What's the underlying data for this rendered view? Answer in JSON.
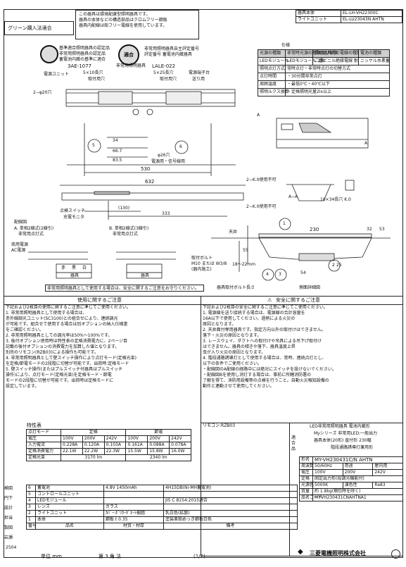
{
  "green": "グリーン購入法適合",
  "notice": [
    "この器具は環境配慮型照明器具です。",
    "器具の本体などの構造部品はクロムフリー鋼板",
    "器具内配線は鉛フリー電線を使用しています。"
  ],
  "model_box": [
    {
      "k": "器具本体",
      "v": "EL-LH-VH22300C"
    },
    {
      "k": "ライトユニット",
      "v": "EL-LU23043N AHTN"
    }
  ],
  "certs": {
    "line1": "基準適合照明器具の認定品",
    "line2": "非常用照明器具の認定品",
    "line3": "蓄電池内蔵の基準に適合",
    "no1": "3AE-1077",
    "badge": "適合",
    "sub1": "非常用照明器具",
    "line4": "非常用照明器具自主評定番号",
    "line5": "評定番号 蓄電池内蔵器具",
    "no2": "LALE-022"
  },
  "labels": {
    "power_unit": "電源ユニット",
    "hole5x10": "5×10長穴",
    "mount_hole": "取付用穴",
    "hole5x25": "5×25長穴",
    "power_term": "電源端子台",
    "feed": "送り用",
    "hole20": "2−φ20穴",
    "mount_hole2": "取付用穴",
    "d34": "34",
    "d66": "66.7",
    "d83": "83.5",
    "d530": "530",
    "d26": "φ26穴",
    "power_signal": "電源用・信号線用",
    "c5": "5",
    "c6": "6",
    "d632": "632",
    "check_switch": "点検スイッチ",
    "charge_mon": "充電モニタ",
    "d130": "(130)",
    "d333": "333",
    "k0_1": "2−K.0使用不可",
    "k0_2": "2−K.0使用不可",
    "aa": "A−A",
    "long10": "10×34長穴 K.0",
    "a": "A",
    "a2": "A",
    "tenjo": "天井",
    "d230": "230",
    "d32": "32",
    "d53": "53",
    "d55": "55",
    "d18": "18〜22mm",
    "d54": "54",
    "d25": "25",
    "bolt": "取付ボルト",
    "bolt2": "M10 または W3/8",
    "bolt3": "(器内施工)",
    "c1": "1",
    "c2": "2",
    "c3": "3",
    "c4": "4",
    "mount_len": "器具取付ボルト長さ",
    "side": "側面詳細図"
  },
  "wiring": {
    "title": "配線図",
    "a": "A. 単相2線式(2線引)",
    "a2": "非常用点灯式",
    "b": "B. 単相2線式(3線引)",
    "b2": "非常用点灯式",
    "src": "商用電源",
    "ac": "AC電源",
    "c1": "赤",
    "c2": "黒",
    "c3": "白",
    "fixture": "器具",
    "warn": "非常用照明器具として使用する場合は、安全に関するご注意をお守りください。"
  },
  "spectable": {
    "header": [
      "仕様",
      "光源の種類",
      "非常時光源の種類及び個数",
      "照明器具内の電線の種類",
      "電池の種類"
    ],
    "row1": [
      "LEDモジュール",
      "LEDモジュール 1個",
      "二重ビニル絶縁電線 耐熱ポリエチレン絶縁電線",
      "ニッケル水素蓄電池"
    ],
    "label_r2": "照明点灯方式",
    "r2": "常時点灯・非常時点灯の切替方式",
    "label_r3": "点灯時間",
    "r3": "・30分間非常点灯",
    "label_r4": "周囲温度",
    "r4": "・最低0℃・40℃以下",
    "label_r5": "照明ルクス換算",
    "r5": "・定格照明光量2lx以上"
  },
  "usage_title": "使用に関するご注意",
  "safety_title": "安全に関するご注意",
  "usage": [
    "下記および2枚目の使用に関するご注意に準じてご使用ください。",
    "1. 非常用照明器具として使用する場合は、",
    "   赤外線調光ユニット(SC3100)との組合せにより、連続調光",
    "   が可能です。組合せて使用する場合は別オプションの納入仕様書",
    "   をご確認ください。",
    "2. 非常用照明器具としての調光率は50%〜100%です。",
    "3. 後付オプション使用時は特性表の定格消費電力に、2ページ目",
    "   記載の後付オプションの消費電力を加算した値となります。",
    "   別売のリモコン(RZB03)による操作も可能です。",
    "4. 非常用照明器具として壁スイッチ操作により点灯モード(定格光束)",
    "   を定格/節電モードの2段階に切替が可能です。出荷時:定格モード",
    "5. 壁スイッチ操作(またはプルスイッチ付器具はプルスイッチ",
    "   操作)により、点灯モード(定格光束)を定格モード・節電",
    "   モードの2段階に切替が可能です。出荷時は定格モードに",
    "   設定しています。"
  ],
  "safety": [
    "下記および2枚目の安全に関するご注意に準じてご使用ください。",
    "1. 電源線を送り接続する場合は、電源線の合計容量を",
    "   16A以下で使用してください。過熱による火災の",
    "   原因となります。",
    "2. 天井面付専用器具です。指定方向以外の取付けはできません。",
    "   落下・火災の原因となります。",
    "3. レースウェイ、ダクトへの取付けや吊具による吊下げ取付け",
    "   はできません。器具の傾きや落下、器具温度上昇",
    "   虫が入り火災の原因となります。",
    "4. 階段通路誘導灯として使用する場合は、常時、連続点灯とし、",
    "   以下の条件でご使用ください。",
    "   ・配線図のA配線の経路中には絶対にスイッチを設けないでください。",
    "   ・配線図Bを使用し消灯する場合は、事前に所轄消防署の",
    "   了解を得て、消防用設備等の点検を行うこと。自動火災報知設備の",
    "   動作と連動させて使用してください。"
  ],
  "chars": {
    "title": "特性表",
    "mode": "点灯モード",
    "rated": "定格",
    "eco": "節電",
    "rows": [
      {
        "label": "電圧",
        "v": [
          "100V",
          "200V",
          "242V",
          "100V",
          "200V",
          "242V"
        ]
      },
      {
        "label": "入力電流",
        "v": [
          "0.228A",
          "0.120A",
          "0.103A",
          "0.161A",
          "0.088A",
          "0.078A"
        ]
      },
      {
        "label": "定格消費電力",
        "v": [
          "22.1W",
          "22.2W",
          "22.3W",
          "15.5W",
          "15.8W",
          "16.0W"
        ]
      },
      {
        "label": "定格光束",
        "v": [
          "3170 lm",
          "",
          "",
          "2340 lm",
          "",
          ""
        ]
      }
    ]
  },
  "remocon": "リモコン:RZB03",
  "tekigo": "適合品",
  "product": {
    "desc1": "LED非常用照明器具 電池内蔵形",
    "desc2": "Myシリーズ 非常用LED:一般出力",
    "desc3": "器具本体(20形) 直付形 230幅",
    "desc4": "階段通路誘導灯兼用形",
    "model_label": "形名",
    "model": "MY-VH230431C/N AHTN",
    "freq_label": "周波数",
    "freq": "50/60Hz",
    "use_label": "用途",
    "use": "屋内用",
    "volt_label": "電圧",
    "volt": [
      "100V",
      "200V",
      "242V"
    ],
    "teikaku_label": "定格",
    "teikaku": "固定出力形(段調光機能付)",
    "color_label": "光源色",
    "color": "5000K",
    "colortemp_label": "演色性",
    "colortemp": "Ra83",
    "mass_label": "質量",
    "mass": "約 1.8kg(梱包時を除く)",
    "code_label": "品名コード",
    "code": "MYVH230431CNAHTNA1"
  },
  "parts": [
    {
      "no": "6",
      "name": "蓄電池",
      "mat": "4.8V 1450mAh",
      "note": "4H15DB(Ni-MH蓄電池)"
    },
    {
      "no": "5",
      "name": "コントロールユニット",
      "mat": "",
      "note": ""
    },
    {
      "no": "4",
      "name": "LEDモジュール",
      "mat": "",
      "note": "JIS C 8154:2015適合"
    },
    {
      "no": "3",
      "name": "レンズ",
      "mat": "ガラス",
      "note": ""
    },
    {
      "no": "2",
      "name": "ライトユニット",
      "mat": "ｶﾊﾞｰ:ﾎﾟﾘｶｰﾎﾞﾈｰﾄ樹脂",
      "note": "乳白色(拡散)"
    },
    {
      "no": "1",
      "name": "本体",
      "mat": "鋼板 t 0.35",
      "note": "塗装亜鉛めっき鋼板白色"
    }
  ],
  "parts_head": {
    "no": "番号",
    "name": "品名",
    "mat": "材質・材厚",
    "note": "備考"
  },
  "side_labels": [
    "検図",
    "円下",
    "設計",
    "担当",
    "製図",
    "岩瀬"
  ],
  "bottom": {
    "code": "2504",
    "unit": "単位 mm",
    "angle": "第 3 角 法",
    "page": "(1/2)",
    "company": "三菱電機照明株式会社"
  }
}
